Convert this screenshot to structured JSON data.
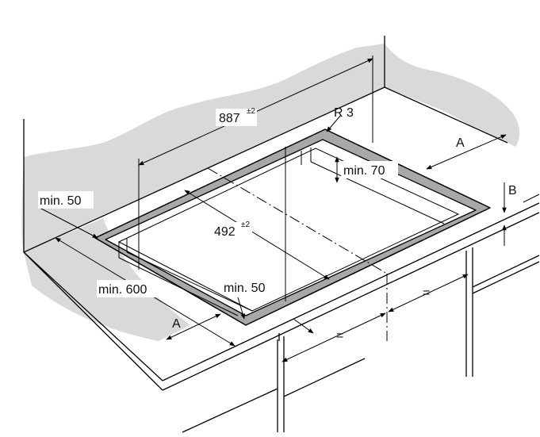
{
  "labels": {
    "length": "887",
    "length_tol": "±2",
    "width": "492",
    "width_tol": "±2",
    "radius": "R 3",
    "min_back": "min. 70",
    "min_left": "min. 50",
    "min_front_depth": "min. 600",
    "min_front": "min. 50",
    "a_right": "A",
    "a_front": "A",
    "b": "B",
    "eq1": "=",
    "eq2": "="
  },
  "colors": {
    "wall_shadow": "#d9d9d9",
    "cutout_frame": "#a8a8a8",
    "line": "#000000"
  }
}
